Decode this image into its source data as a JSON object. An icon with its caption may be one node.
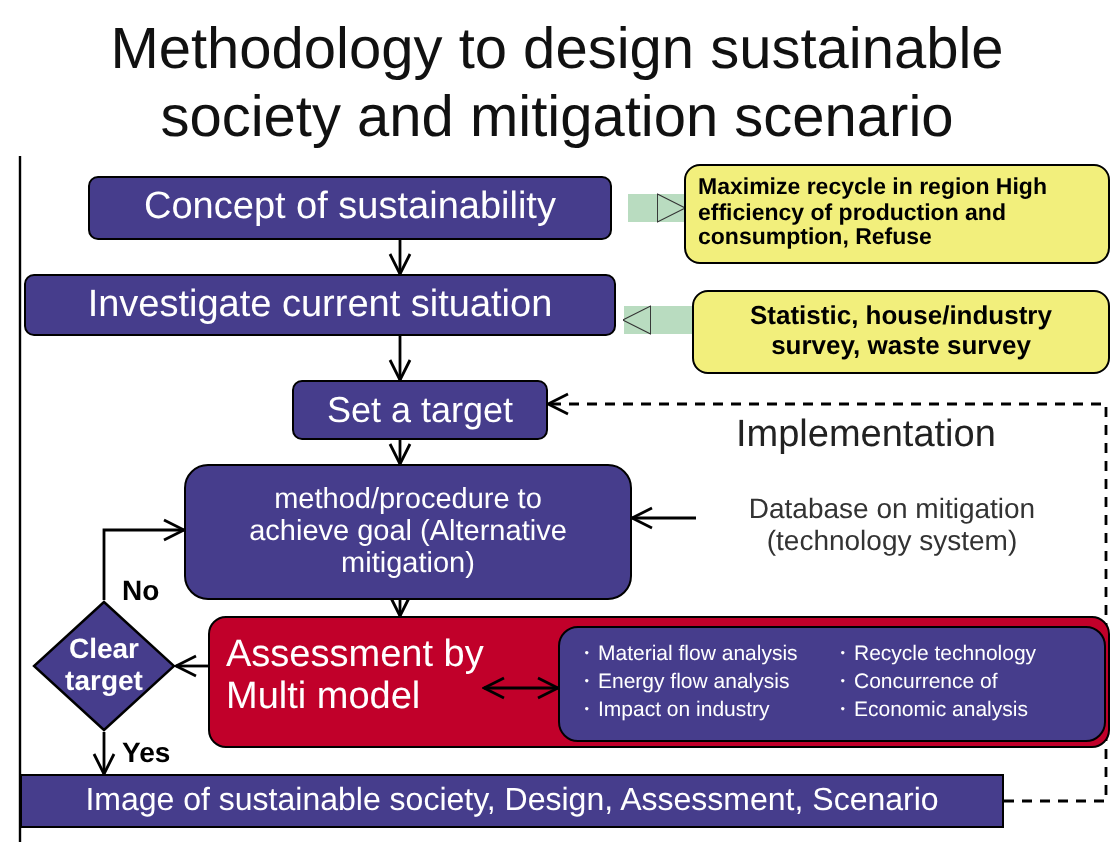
{
  "diagram": {
    "title": "Methodology to design sustainable society and mitigation scenario",
    "nodes": [
      {
        "text": [
          "Concept of sustainability"
        ]
      },
      {
        "text": [
          "Maximize recycle in region High efficiency of production and consumption, Refuse"
        ]
      },
      {
        "text": [
          "Investigate current situation"
        ]
      },
      {
        "text": [
          "Statistic, house/industry survey, waste survey"
        ]
      },
      {
        "text": [
          "Set a target"
        ]
      },
      {
        "text": [
          "method/procedure to achieve goal (Alternative mitigation)"
        ]
      },
      {
        "text": [
          "Database on mitigation (technology system)"
        ]
      },
      {
        "text": [
          "Assessment by Multi model"
        ]
      },
      {
        "text": [
          "・Material flow analysis",
          "・Recycle technology",
          "・Energy flow analysis",
          "・Concurrence of",
          "・Impact on industry",
          "・Economic analysis"
        ],
        "in": 7
      },
      {
        "text": [
          "Clear target"
        ]
      },
      {
        "text": [
          "Image of sustainable society, Design, Assessment, Scenario"
        ]
      }
    ],
    "edges": [
      {
        "from": 0,
        "to": 2,
        "arrow": "to"
      },
      {
        "from": 0,
        "to": 1,
        "arrow": "to",
        "style": "thick",
        "color": "#b9dcc0"
      },
      {
        "from": 3,
        "to": 2,
        "arrow": "to",
        "style": "thick",
        "color": "#b9dcc0"
      },
      {
        "from": 2,
        "to": 4,
        "arrow": "to"
      },
      {
        "from": 4,
        "to": 5,
        "arrow": "to"
      },
      {
        "from": 6,
        "to": 5,
        "arrow": "to"
      },
      {
        "from": 5,
        "to": 7,
        "arrow": "to"
      },
      {
        "from": 7,
        "to": 9,
        "arrow": "to"
      },
      {
        "from": 9,
        "to": 5,
        "arrow": "to",
        "label": "No"
      },
      {
        "from": 9,
        "to": 10,
        "arrow": "to",
        "label": "Yes"
      },
      {
        "from": 7,
        "to": 8,
        "arrow": "both"
      },
      {
        "from": 10,
        "to": 4,
        "arrow": "to",
        "style": "dashed"
      }
    ],
    "labels": [
      "Implementation"
    ]
  }
}
